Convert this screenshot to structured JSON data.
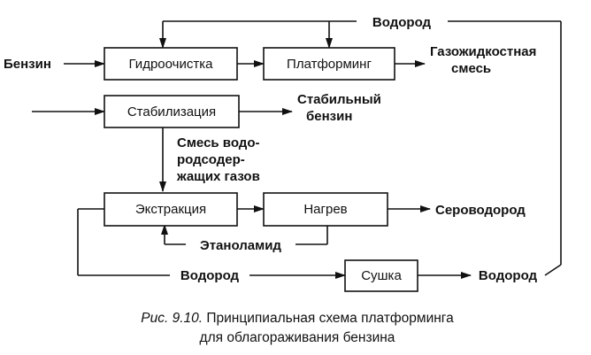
{
  "boxes": {
    "hydrotreating": "Гидроочистка",
    "platforming": "Платформинг",
    "stabilization": "Стабилизация",
    "extraction": "Экстракция",
    "heating": "Нагрев",
    "drying": "Сушка"
  },
  "labels": {
    "hydrogen_top": "Водород",
    "gasoline_in": "Бензин",
    "gas_liquid_1": "Газожидкостная",
    "gas_liquid_2": "смесь",
    "stable_1": "Стабильный",
    "stable_2": "бензин",
    "gases_1": "Смесь водо-",
    "gases_2": "родсодер-",
    "gases_3": "жащих газов",
    "hydrogen_sulfide": "Сероводород",
    "ethanolamide": "Этаноламид",
    "hydrogen_bottom": "Водород",
    "hydrogen_out": "Водород"
  },
  "caption": {
    "prefix": "Рис. 9.10.",
    "line1": " Принципиальная схема платформинга",
    "line2": "для облагораживания бензина"
  }
}
